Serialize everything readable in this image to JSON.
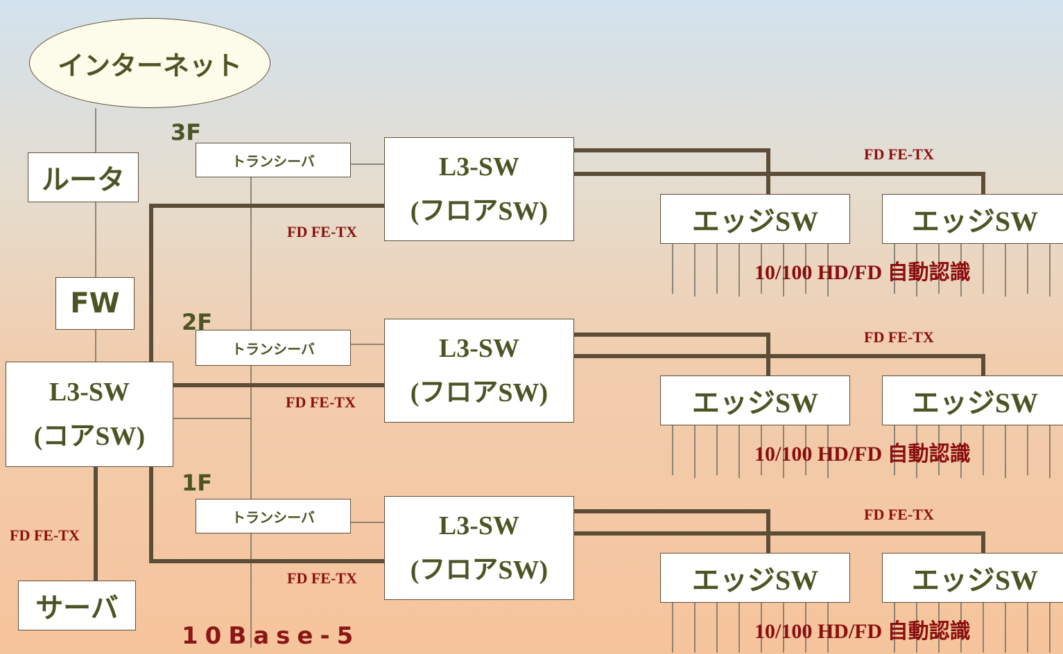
{
  "internet": "インターネット",
  "router": "ルータ",
  "fw": "FW",
  "core": {
    "line1": "L3-SW",
    "line2": "(コアSW)"
  },
  "server": "サーバ",
  "backbone": "10Base-5",
  "floors": [
    {
      "label": "3F",
      "transceiver": "トランシーバ",
      "sw1": "L3-SW",
      "sw2": "(フロアSW)",
      "uplink": "FD FE-TX",
      "edge_link": "FD FE-TX",
      "edge1": "エッジSW",
      "edge2": "エッジSW",
      "ports": "10/100 HD/FD 自動認識"
    },
    {
      "label": "2F",
      "transceiver": "トランシーバ",
      "sw1": "L3-SW",
      "sw2": "(フロアSW)",
      "uplink": "FD FE-TX",
      "edge_link": "FD FE-TX",
      "edge1": "エッジSW",
      "edge2": "エッジSW",
      "ports": "10/100 HD/FD 自動認識"
    },
    {
      "label": "1F",
      "transceiver": "トランシーバ",
      "sw1": "L3-SW",
      "sw2": "(フロアSW)",
      "uplink": "FD FE-TX",
      "edge_link": "FD FE-TX",
      "edge1": "エッジSW",
      "edge2": "エッジSW",
      "ports": "10/100 HD/FD 自動認識"
    }
  ],
  "server_link": "FD FE-TX",
  "colors": {
    "thick_line": "#5b4d37",
    "thin_line": "#6d6a60",
    "label_red": "#8b0d0d",
    "text_olive": "#4d5424"
  }
}
